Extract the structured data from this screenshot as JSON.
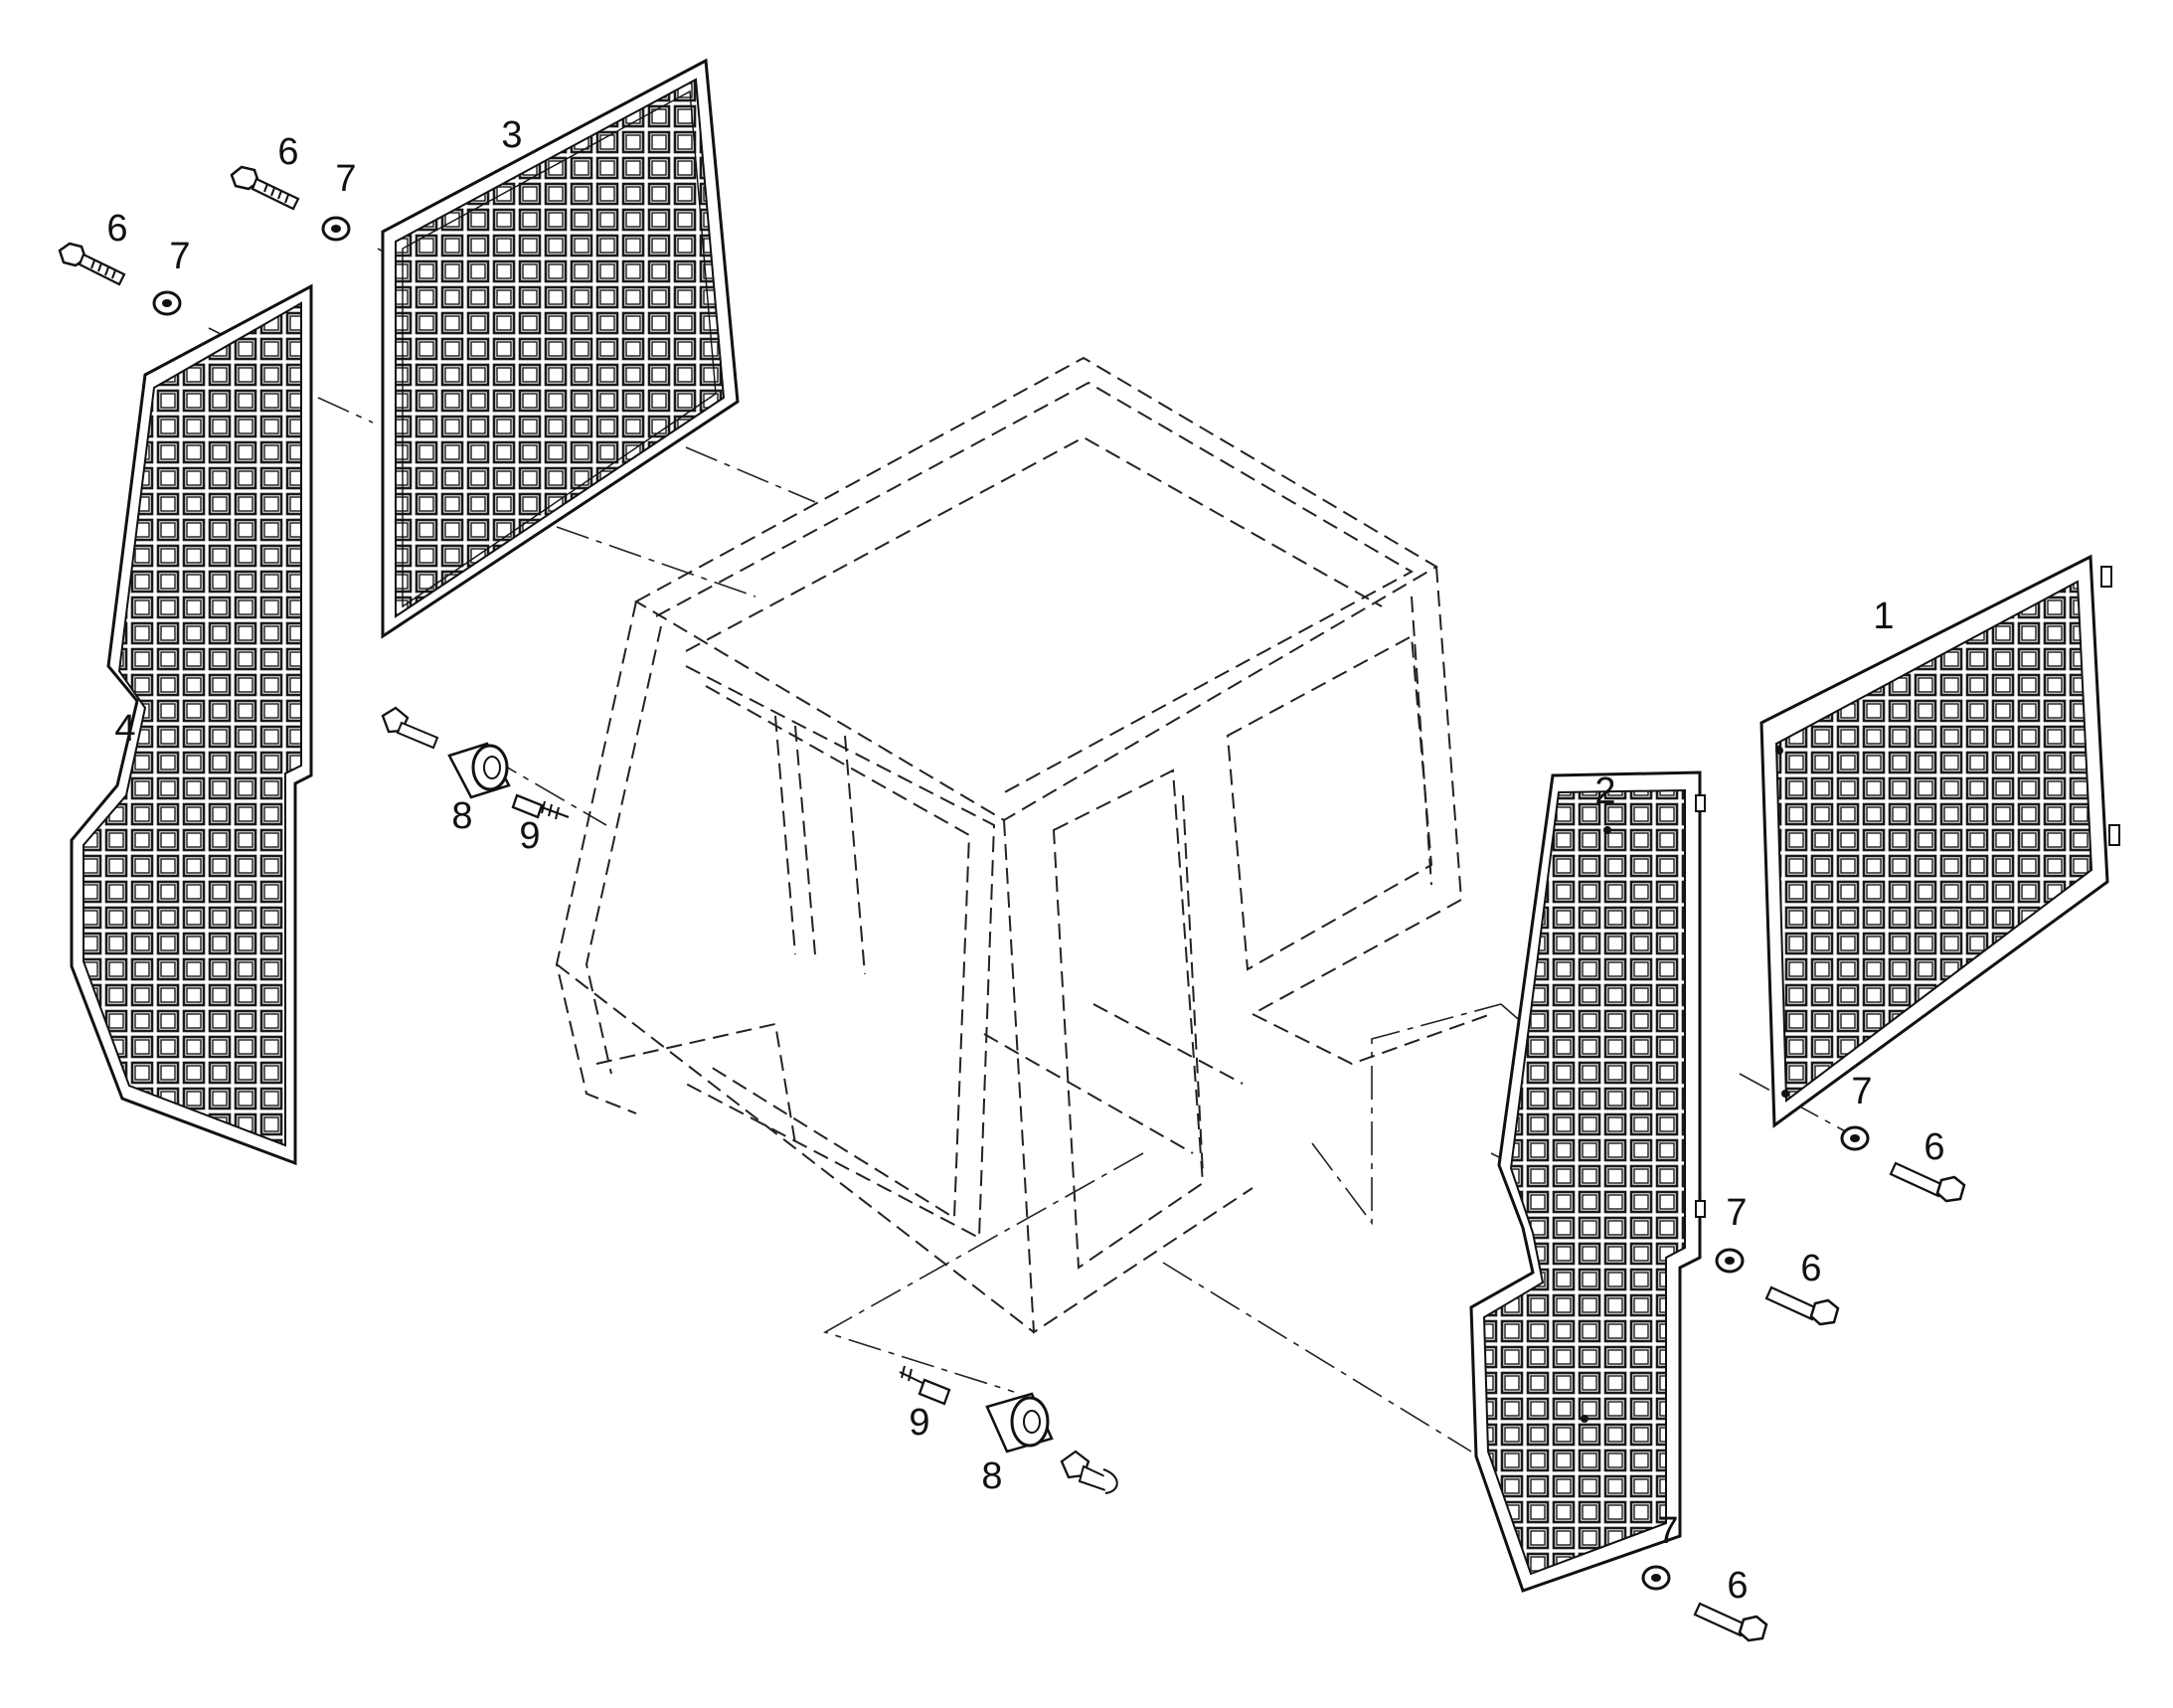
{
  "diagram": {
    "callouts": {
      "c1": "1",
      "c2": "2",
      "c3": "3",
      "c4": "4",
      "c6a": "6",
      "c6b": "6",
      "c6c": "6",
      "c6d": "6",
      "c6e": "6",
      "c7a": "7",
      "c7b": "7",
      "c7c": "7",
      "c7d": "7",
      "c7e": "7",
      "c8a": "8",
      "c8b": "8",
      "c9a": "9",
      "c9b": "9"
    }
  }
}
